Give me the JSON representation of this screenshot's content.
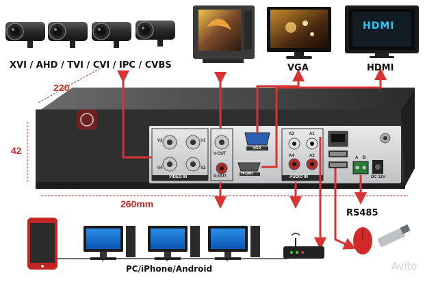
{
  "labels": {
    "cameras": "XVI / AHD / TVI / CVI / IPC / CVBS",
    "vga": "VGA",
    "hdmi": "HDMI",
    "hdmi_screen": "HDMI",
    "rs485": "RS485",
    "pc": "PC/iPhone/Android",
    "watermark": "Avito"
  },
  "dimensions": {
    "width": "220",
    "height": "42",
    "length": "260mm"
  },
  "panel": {
    "video_in": "VIDEO IN",
    "vout": "V-OUT",
    "ain_out": "A-OUT",
    "vga_port": "VGA",
    "hdmi_port": "H-DMI",
    "audio_in": "AUDIO IN",
    "channels": [
      "V3",
      "V1",
      "V4",
      "V2"
    ],
    "audio_channels": [
      "A3",
      "A1",
      "A4",
      "A2"
    ],
    "rs485_pins": [
      "A",
      "B"
    ],
    "power": "DC 12V"
  },
  "colors": {
    "arrow": "#d93232",
    "dvr_body": "#3a3a3a",
    "panel": "#d9dadb"
  }
}
